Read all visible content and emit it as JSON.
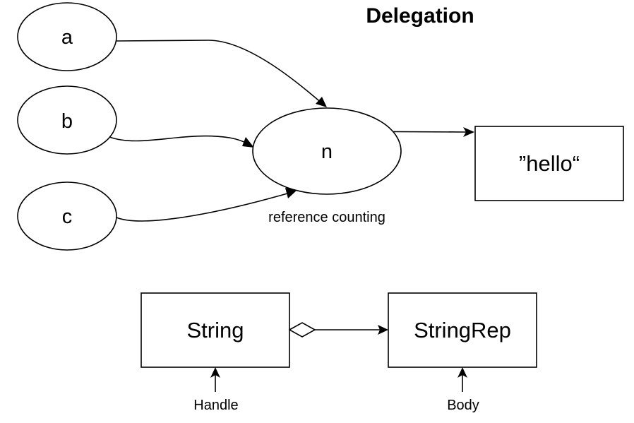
{
  "title": "Delegation",
  "nodes": {
    "a": "a",
    "b": "b",
    "c": "c",
    "n": "n",
    "hello": "”hello“",
    "string": "String",
    "string_rep": "StringRep"
  },
  "labels": {
    "reference_counting": "reference counting",
    "handle": "Handle",
    "body": "Body"
  },
  "colors": {
    "stroke": "#000000",
    "fill": "#ffffff",
    "text": "#000000"
  }
}
